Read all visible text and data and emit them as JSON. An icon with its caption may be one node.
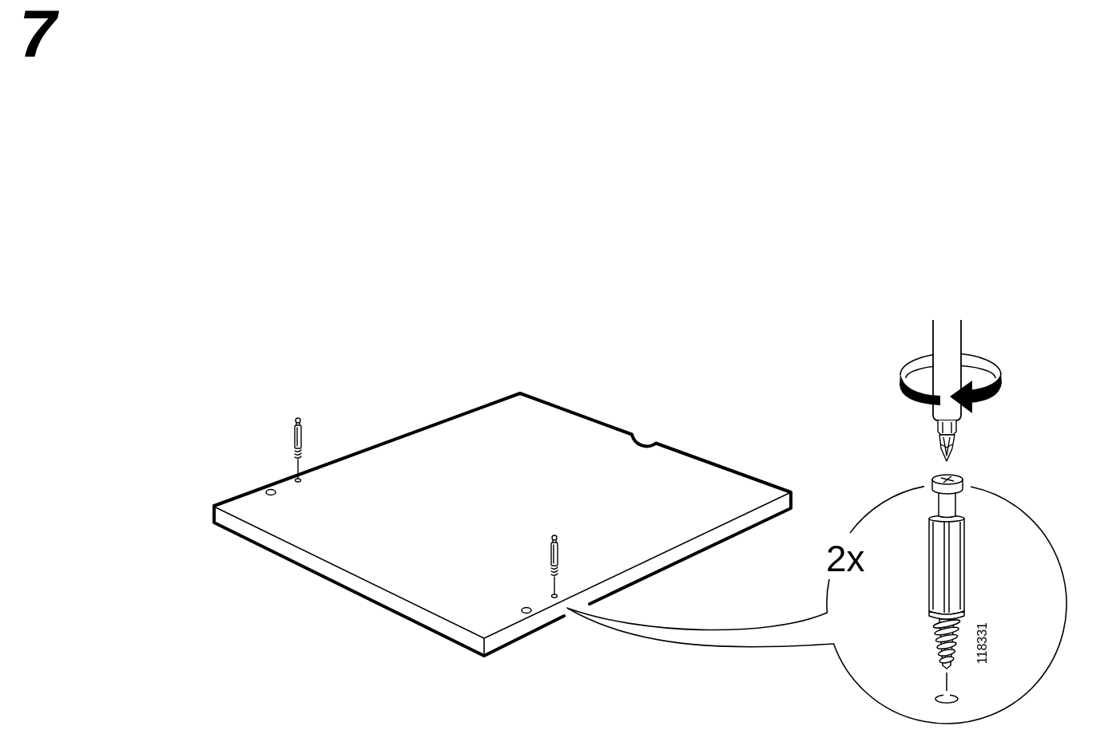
{
  "diagram": {
    "title": "7",
    "nodes": [
      {
        "text": [],
        "shape": "picture"
      },
      {
        "text": [
          "2x",
          "118331"
        ]
      }
    ],
    "edges": [
      {
        "from": 1,
        "to": 0,
        "arrow": "none"
      }
    ]
  }
}
